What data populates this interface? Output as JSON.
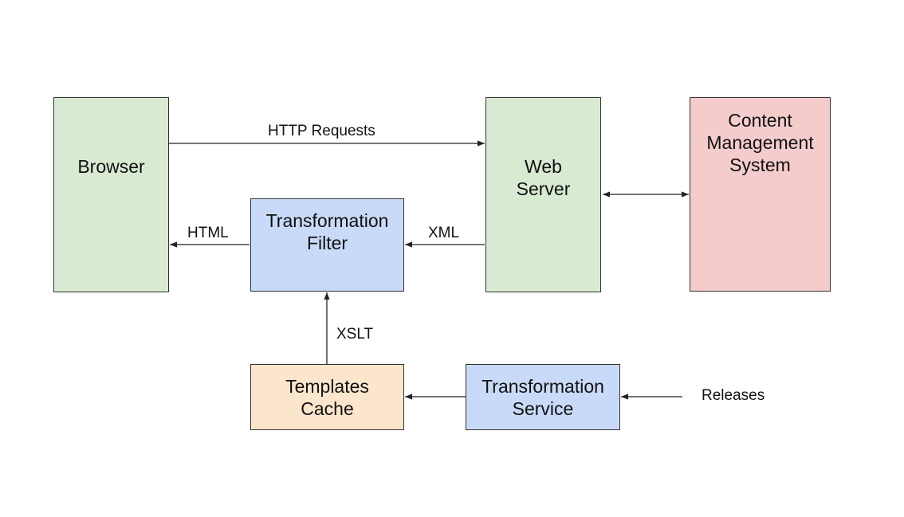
{
  "nodes": {
    "browser": {
      "label": "Browser",
      "color": "#d9ead3"
    },
    "web_server": {
      "label": "Web\nServer",
      "color": "#d9ead3"
    },
    "cms": {
      "label": "Content\nManagement\nSystem",
      "color": "#f4cccc"
    },
    "transformation_filter": {
      "label": "Transformation\nFilter",
      "color": "#c9daf8"
    },
    "templates_cache": {
      "label": "Templates\nCache",
      "color": "#fce5cd"
    },
    "transformation_service": {
      "label": "Transformation\nService",
      "color": "#c9daf8"
    }
  },
  "edges": {
    "http_requests": "HTTP Requests",
    "html": "HTML",
    "xml": "XML",
    "xslt": "XSLT",
    "releases": "Releases"
  }
}
